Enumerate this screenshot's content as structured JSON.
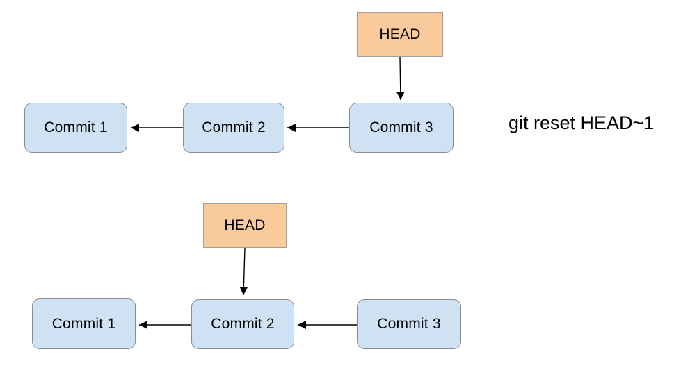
{
  "caption": "git reset HEAD~1",
  "colors": {
    "background": "#ffffff",
    "head_fill": "#f9cb9c",
    "head_border": "#a89e90",
    "commit_fill": "#cfe2f3",
    "commit_border": "#8c8c8c",
    "arrow": "#000000",
    "text": "#000000"
  },
  "before": {
    "head_label": "HEAD",
    "commits": [
      "Commit 1",
      "Commit 2",
      "Commit 3"
    ],
    "head_points_to": "Commit 3",
    "arrows": [
      {
        "from": "Commit 2",
        "to": "Commit 1"
      },
      {
        "from": "Commit 3",
        "to": "Commit 2"
      },
      {
        "from": "HEAD",
        "to": "Commit 3"
      }
    ]
  },
  "after": {
    "head_label": "HEAD",
    "commits": [
      "Commit 1",
      "Commit 2",
      "Commit 3"
    ],
    "head_points_to": "Commit 2",
    "arrows": [
      {
        "from": "Commit 2",
        "to": "Commit 1"
      },
      {
        "from": "Commit 3",
        "to": "Commit 2"
      },
      {
        "from": "HEAD",
        "to": "Commit 2"
      }
    ]
  }
}
